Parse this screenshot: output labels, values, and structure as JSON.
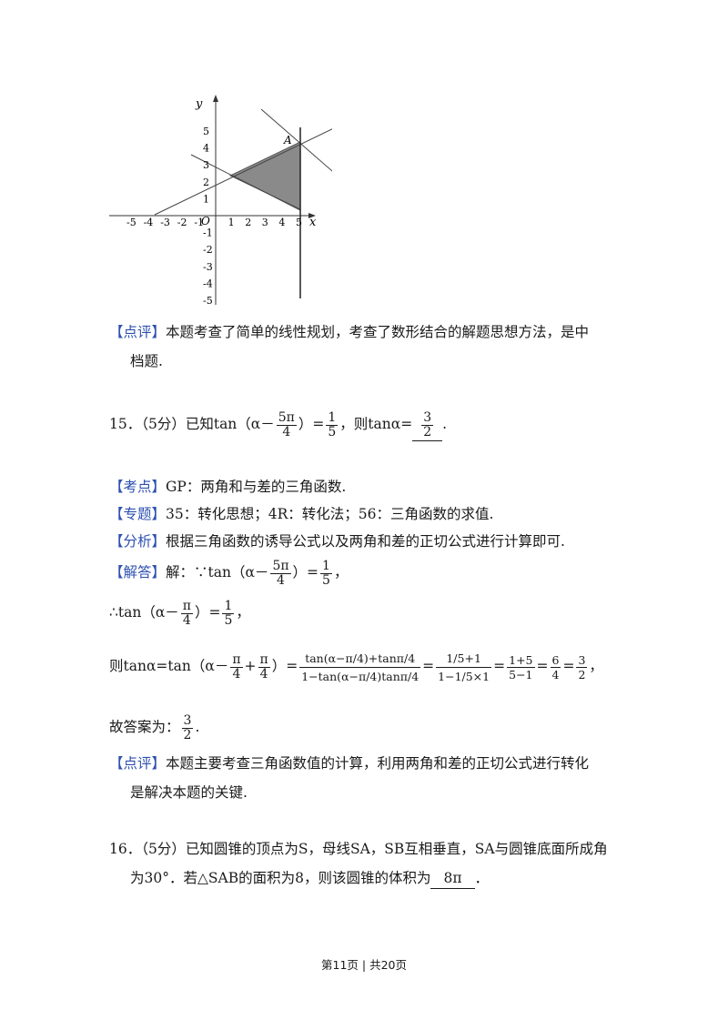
{
  "graph": {
    "y_label": "y",
    "x_label": "x",
    "origin_label": "O",
    "point_label": "A",
    "x_ticks": [
      "-5",
      "-4",
      "-3",
      "-2",
      "-1",
      "1",
      "2",
      "3",
      "4",
      "5"
    ],
    "y_ticks_pos": [
      "5",
      "4",
      "3",
      "2",
      "1"
    ],
    "y_ticks_neg": [
      "-1",
      "-2",
      "-3",
      "-4",
      "-5"
    ]
  },
  "q14": {
    "comment_tag": "【点评】",
    "comment_l1": "本题考查了简单的线性规划，考查了数形结合的解题思想方法，是中",
    "comment_l2": "档题."
  },
  "q15": {
    "stem_prefix": "15．（5分）已知tan（α－",
    "stem_frac1_num": "5π",
    "stem_frac1_den": "4",
    "stem_mid": "）=",
    "stem_frac2_num": "1",
    "stem_frac2_den": "5",
    "stem_then": "，则tanα=",
    "answer_num": "3",
    "answer_den": "2",
    "stem_end": ".",
    "kaodian_tag": "【考点】",
    "kaodian": "GP：两角和与差的三角函数.",
    "zhuanti_tag": "【专题】",
    "zhuanti": "35：转化思想；4R：转化法；56：三角函数的求值.",
    "fenxi_tag": "【分析】",
    "fenxi": "根据三角函数的诱导公式以及两角和差的正切公式进行计算即可.",
    "jieda_tag": "【解答】",
    "jieda_l1_prefix": "解：∵tan（α－",
    "jieda_l1_f1n": "5π",
    "jieda_l1_f1d": "4",
    "jieda_l1_mid": "）=",
    "jieda_l1_f2n": "1",
    "jieda_l1_f2d": "5",
    "jieda_l1_end": "，",
    "l2_prefix": "∴tan（α－",
    "l2_fn": "π",
    "l2_fd": "4",
    "l2_mid": "）=",
    "l2_f2n": "1",
    "l2_f2d": "5",
    "l2_end": "，",
    "l3_prefix": "则tanα=tan（α－",
    "l3_a_n": "π",
    "l3_a_d": "4",
    "l3_plus": "+",
    "l3_b_n": "π",
    "l3_b_d": "4",
    "l3_close": "）=",
    "l3_big_num": "tan(α−π/4)+tanπ/4",
    "l3_big_den": "1−tan(α−π/4)tanπ/4",
    "l3_eq1": "=",
    "l3_c_num": "1/5+1",
    "l3_c_den": "1−1/5×1",
    "l3_eq2": "=",
    "l3_d_n": "1+5",
    "l3_d_d": "5−1",
    "l3_eq3": "=",
    "l3_e_n": "6",
    "l3_e_d": "4",
    "l3_eq4": "=",
    "l3_f_n": "3",
    "l3_f_d": "2",
    "l3_end": "，",
    "answer_line_prefix": "故答案为：",
    "answer_line_n": "3",
    "answer_line_d": "2",
    "answer_line_end": ".",
    "comment_tag": "【点评】",
    "comment_l1": "本题主要考查三角函数值的计算，利用两角和差的正切公式进行转化",
    "comment_l2": "是解决本题的关键."
  },
  "q16": {
    "stem_l1": "16．（5分）已知圆锥的顶点为S，母线SA，SB互相垂直，SA与圆锥底面所成角",
    "stem_l2_prefix": "为30°．若△SAB的面积为8，则该圆锥的体积为",
    "answer": "8π",
    "stem_l2_end": "．"
  },
  "footer": {
    "text": "第11页 | 共20页"
  }
}
